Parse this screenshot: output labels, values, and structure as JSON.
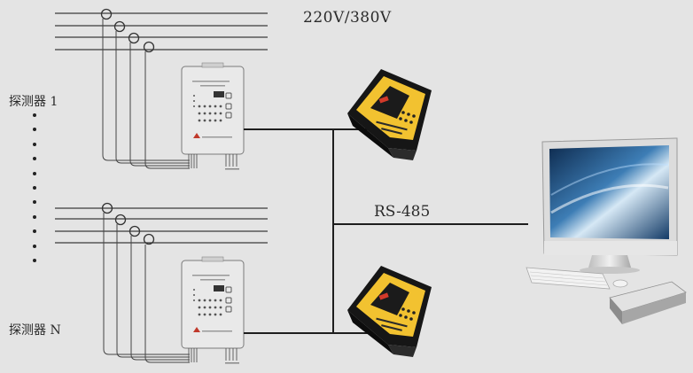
{
  "diagram": {
    "voltage_label": "220V/380V",
    "bus_label": "RS-485",
    "detector_first_label": "探测器 1",
    "detector_last_label": "探测器 N",
    "ellipsis_dot_count": 11
  },
  "colors": {
    "background": "#e4e4e4",
    "wire": "#222222",
    "power_line": "#3a3a3a",
    "detector_body": "#eaeaea",
    "module_body": "#202020",
    "module_panel": "#f2c230",
    "monitor_frame": "#d8d8d8",
    "screen": "#1f4a7a"
  },
  "icons": {
    "detector": "detector-unit-icon",
    "module": "monitoring-module-icon",
    "computer": "desktop-computer-icon",
    "current_transformer": "current-transformer-icon"
  }
}
